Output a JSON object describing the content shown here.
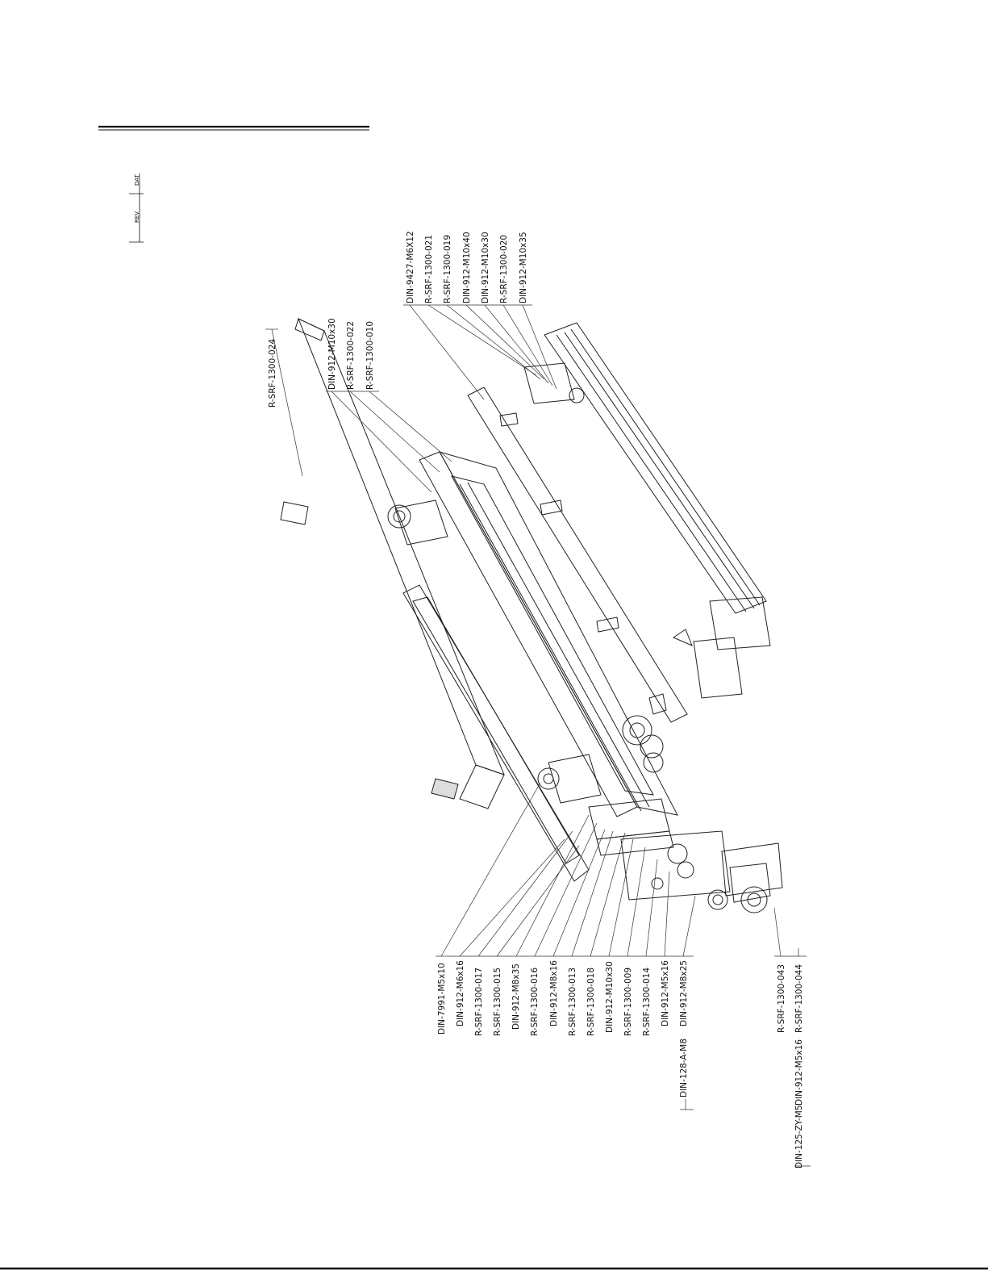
{
  "revision_block": {
    "rev_label": "REV",
    "date_label": "DAT"
  },
  "top_labels": {
    "cover": "R-SRF-1300-024",
    "frame_group": [
      "DIN-912-M10x30",
      "R-SRF-1300-022",
      "R-SRF-1300-010"
    ],
    "roller_group": [
      "DIN-9427-M6X12",
      "R-SRF-1300-021",
      "R-SRF-1300-019",
      "DIN-912-M10x40",
      "DIN-912-M10x30",
      "R-SRF-1300-020",
      "DIN-912-M10x35"
    ]
  },
  "bottom_labels": {
    "main_group": [
      "DIN-7991-M5x10",
      "DIN-912-M6x16",
      "R-SRF-1300-017",
      "R-SRF-1300-015",
      "DIN-912-M8x35",
      "R-SRF-1300-016",
      "DIN-912-M8x16",
      "R-SRF-1300-013",
      "R-SRF-1300-018",
      "DIN-912-M10x30",
      "R-SRF-1300-009",
      "R-SRF-1300-014",
      "DIN-912-M5x16",
      "DIN-912-M8x25"
    ],
    "washer": "DIN-128-A-M8",
    "motor_a": "R-SRF-1300-043",
    "motor_b": "R-SRF-1300-044",
    "screw": "DIN-912-M5x16",
    "spring_washer": "DIN-125-ZY-M5"
  }
}
